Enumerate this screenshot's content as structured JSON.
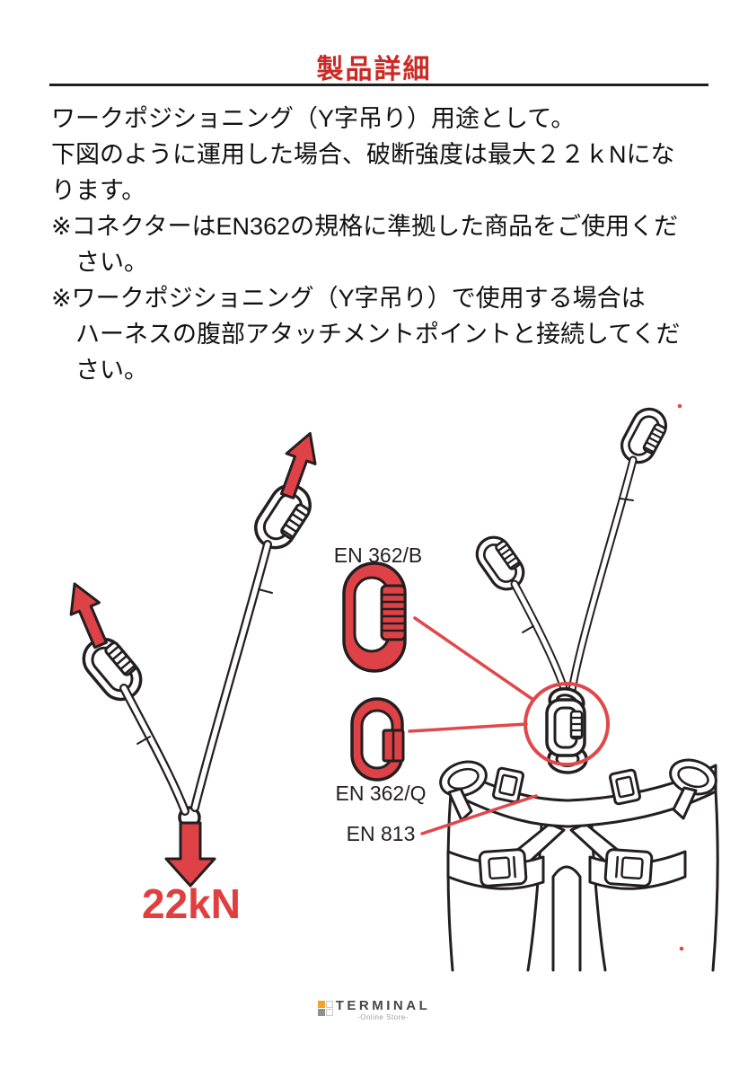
{
  "header": {
    "title": "製品詳細"
  },
  "intro": {
    "line1": "ワークポジショニング（Y字吊り）用途として。",
    "line2": "下図のように運用した場合、破断強度は最大２２ｋNにな\nります。",
    "note1": "※コネクターはEN362の規格に準拠した商品をご使用くだ\nさい。",
    "note2": "※ワークポジショニング（Y字吊り）で使用する場合は\nハーネスの腹部アタッチメントポイントと接続してくだ\nさい。"
  },
  "diagram": {
    "force_label": "22kN",
    "labels": {
      "connector_b": "EN 362/B",
      "connector_q": "EN 362/Q",
      "harness": "EN 813"
    },
    "icons": {
      "en362b": "locking-carabiner-icon",
      "en362q": "quick-link-icon",
      "arrows": "load-direction-arrow-icon"
    },
    "colors": {
      "title_red": "#cb2a24",
      "illustration_red": "#df4246",
      "line_art": "#231f20"
    }
  },
  "footer": {
    "brand": "TERMINAL",
    "tagline": "-Online Store-"
  }
}
